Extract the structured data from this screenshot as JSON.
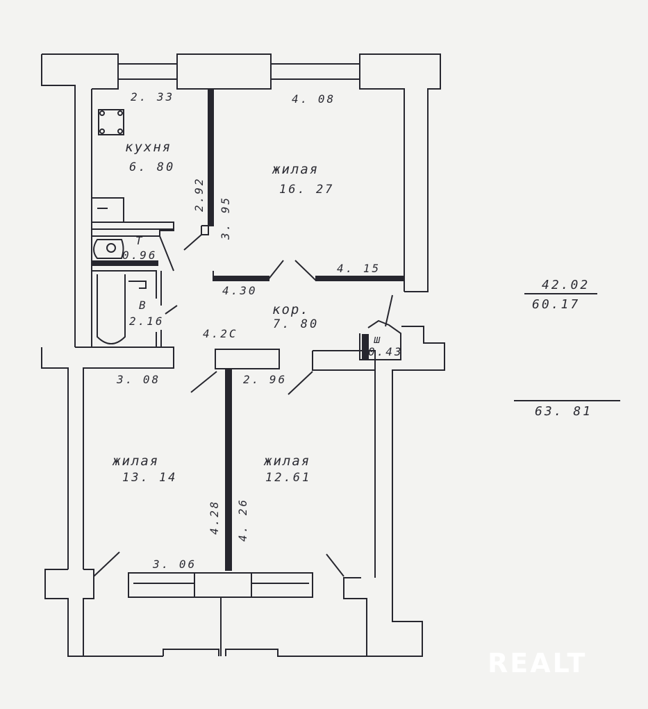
{
  "rooms": {
    "kitchen": {
      "name": "кухня",
      "area": "6. 80",
      "dim_top": "2. 33",
      "dim_side": "2.92"
    },
    "living_top": {
      "name": "жилая",
      "area": "16. 27",
      "dim_top": "4. 08",
      "dim_side": "3. 95",
      "dim_bottom_left": "4.30",
      "dim_bottom_right": "4. 15"
    },
    "toilet": {
      "label": "Т",
      "area": "0.96"
    },
    "bath": {
      "label": "В",
      "area": "2.16"
    },
    "corridor": {
      "name": "кор.",
      "area": "7. 80",
      "dim": "4.2С"
    },
    "closet": {
      "label": "ш",
      "area": "0.43"
    },
    "living_left": {
      "name": "жилая",
      "area": "13. 14",
      "dim_top": "3. 08",
      "dim_side": "4.28",
      "dim_bottom": "3. 06"
    },
    "living_right": {
      "name": "жилая",
      "area": "12.61",
      "dim_top": "2. 96",
      "dim_side": "4. 26"
    }
  },
  "totals": {
    "living": "42.02",
    "general": "60.17",
    "overall": "63. 81"
  },
  "watermark": "REALT"
}
